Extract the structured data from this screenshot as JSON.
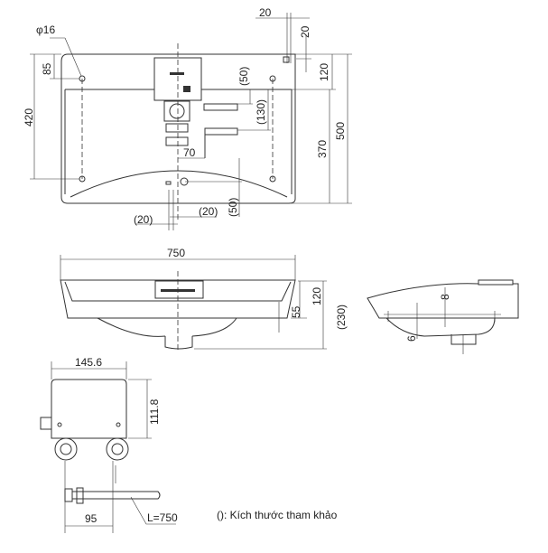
{
  "top_view": {
    "hole_diameter": "φ16",
    "dims": {
      "d20_h": "20",
      "d20_v": "20",
      "d120": "120",
      "d500": "500",
      "d370": "370",
      "d420": "420",
      "d85": "85",
      "d50_a": "(50)",
      "d130": "(130)",
      "d70": "70",
      "d50_b": "(50)",
      "d20_l": "(20)",
      "d20_r": "(20)"
    }
  },
  "front_view": {
    "dims": {
      "width": "750",
      "d120": "120",
      "d55": "55",
      "d230": "(230)"
    }
  },
  "side_view": {
    "dims": {
      "d8": "8",
      "d6": "6"
    }
  },
  "control_box": {
    "dims": {
      "width": "145.6",
      "height": "111.8",
      "d95": "95",
      "hose_length": "L=750"
    }
  },
  "note": "(): Kích thước tham khảo"
}
